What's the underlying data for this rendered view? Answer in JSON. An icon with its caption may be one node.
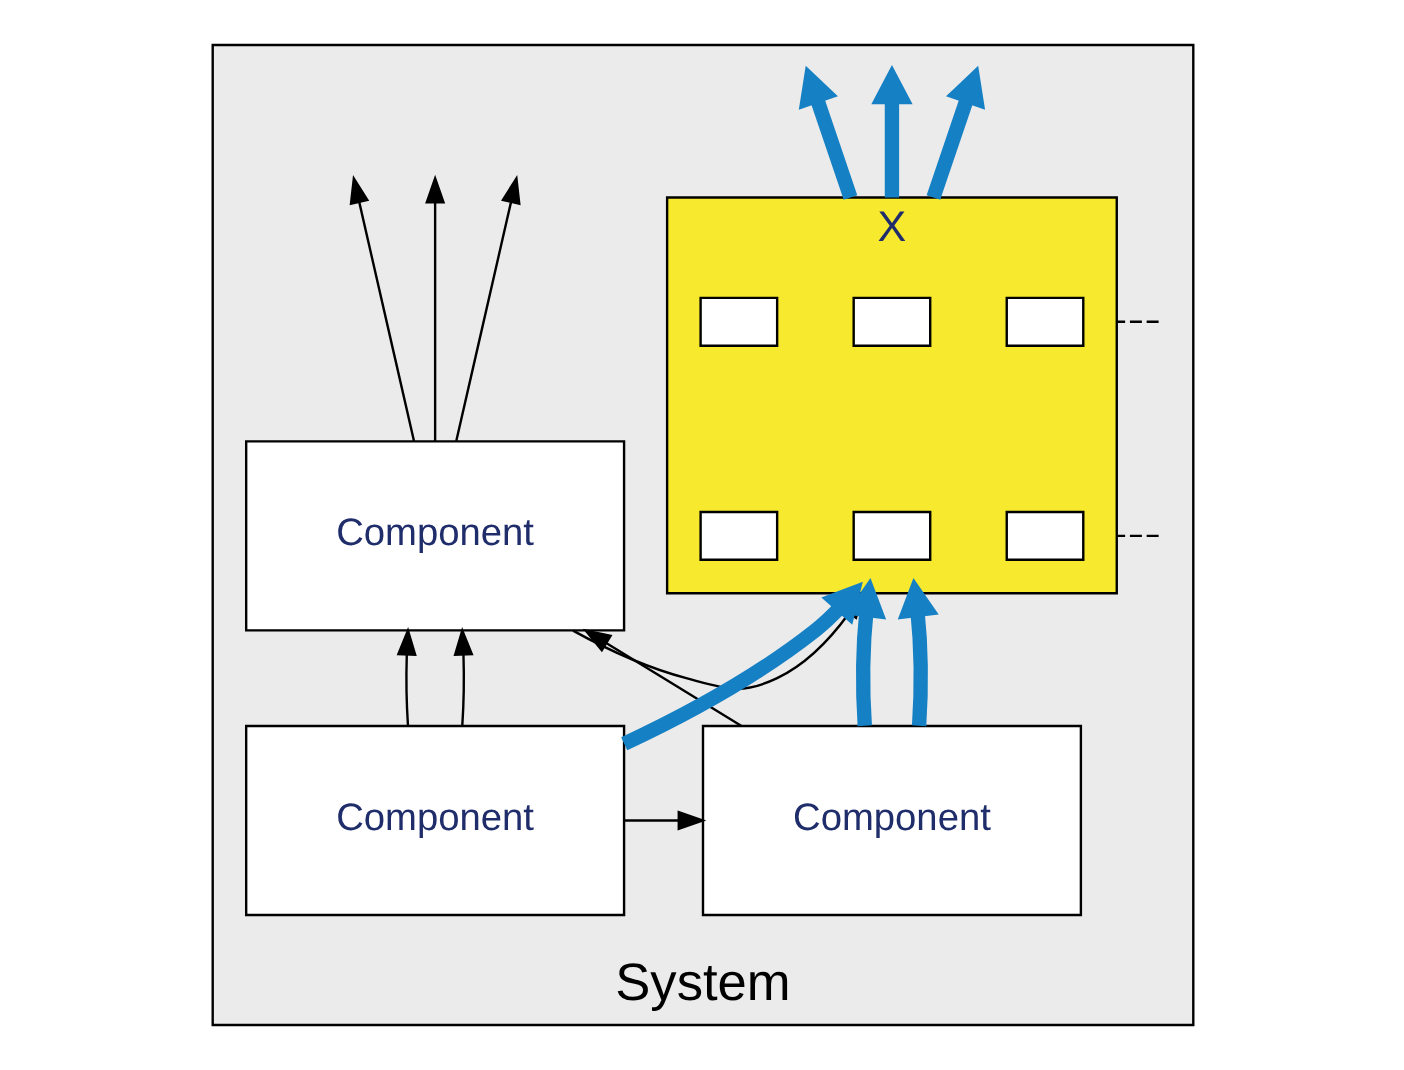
{
  "diagram": {
    "nodes": [
      {
        "text": [
          "System"
        ]
      },
      {
        "text": [
          "X"
        ],
        "in": 0
      },
      {
        "text": [],
        "shape": "box",
        "in": 1
      },
      {
        "text": [],
        "shape": "box",
        "in": 1
      },
      {
        "text": [],
        "shape": "box",
        "in": 1
      },
      {
        "text": [],
        "shape": "box",
        "in": 1
      },
      {
        "text": [],
        "shape": "box",
        "in": 1
      },
      {
        "text": [],
        "shape": "box",
        "in": 1
      },
      {
        "text": [
          "Component"
        ],
        "in": 0
      },
      {
        "text": [
          "Component"
        ],
        "in": 0
      },
      {
        "text": [
          "Component"
        ],
        "in": 0
      }
    ],
    "edges": [
      {
        "from": 1,
        "to": null,
        "arrow": "to",
        "style": "thick",
        "color": "#1580c4"
      },
      {
        "from": 1,
        "to": null,
        "arrow": "to",
        "style": "thick",
        "color": "#1580c4"
      },
      {
        "from": 1,
        "to": null,
        "arrow": "to",
        "style": "thick",
        "color": "#1580c4"
      },
      {
        "from": 8,
        "to": null,
        "arrow": "to"
      },
      {
        "from": 8,
        "to": null,
        "arrow": "to"
      },
      {
        "from": 8,
        "to": null,
        "arrow": "to"
      },
      {
        "from": 8,
        "to": 1,
        "arrow": "to"
      },
      {
        "from": 9,
        "to": 1,
        "arrow": "to",
        "style": "thick",
        "color": "#1580c4"
      },
      {
        "from": 9,
        "to": 1,
        "arrow": "to",
        "style": "thick",
        "color": "#1580c4"
      },
      {
        "from": 9,
        "to": 8,
        "arrow": "to"
      },
      {
        "from": 10,
        "to": 1,
        "arrow": "to",
        "style": "thick",
        "color": "#1580c4"
      },
      {
        "from": 10,
        "to": 9,
        "arrow": "to"
      },
      {
        "from": 10,
        "to": 8,
        "arrow": "to"
      },
      {
        "from": 10,
        "to": 8,
        "arrow": "to"
      },
      {
        "from": null,
        "to": 1,
        "arrow": "none",
        "style": "dashed"
      },
      {
        "from": null,
        "to": 1,
        "arrow": "none",
        "style": "dashed"
      }
    ]
  }
}
